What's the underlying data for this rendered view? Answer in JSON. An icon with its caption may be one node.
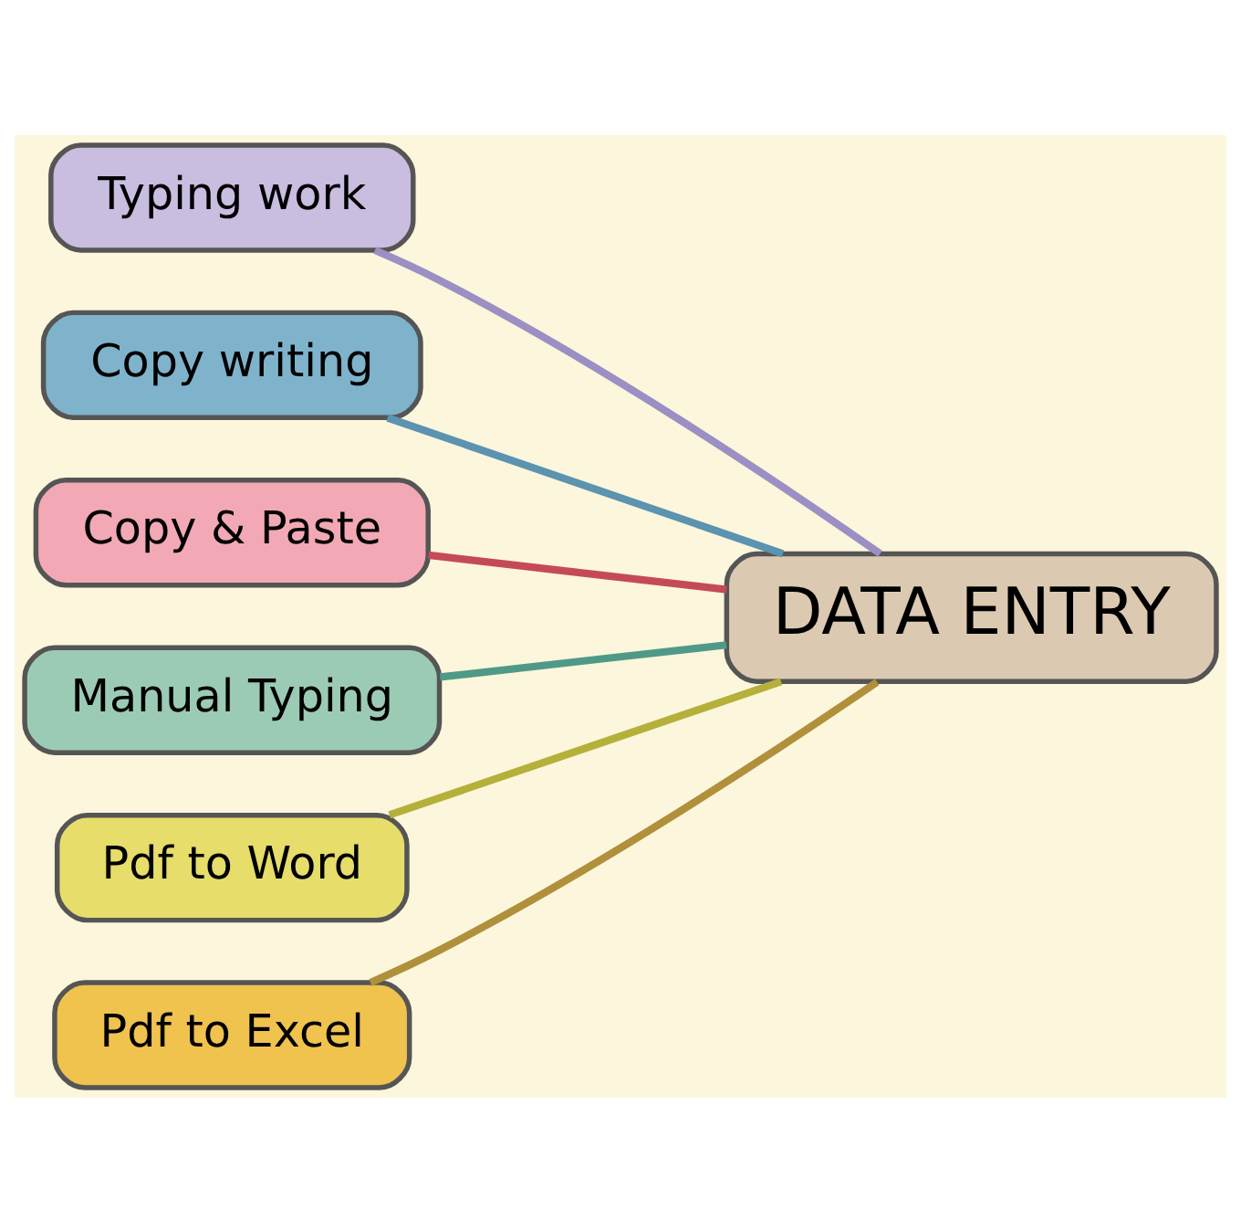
{
  "diagram": {
    "nodes": [
      {
        "text": [
          "Typing work"
        ]
      },
      {
        "text": [
          "Copy writing"
        ]
      },
      {
        "text": [
          "Copy & Paste"
        ]
      },
      {
        "text": [
          "DATA ENTRY"
        ]
      },
      {
        "text": [
          "Manual Typing"
        ]
      },
      {
        "text": [
          "Pdf to Word"
        ]
      },
      {
        "text": [
          "Pdf to Excel"
        ]
      }
    ],
    "edges": [
      {
        "from": 0,
        "to": 3,
        "arrow": "none",
        "color": "#9b8fc4"
      },
      {
        "from": 1,
        "to": 3,
        "arrow": "none",
        "color": "#5b93b0"
      },
      {
        "from": 2,
        "to": 3,
        "arrow": "none",
        "color": "#c44a5a"
      },
      {
        "from": 4,
        "to": 3,
        "arrow": "none",
        "color": "#4f9a86"
      },
      {
        "from": 5,
        "to": 3,
        "arrow": "none",
        "color": "#b5b03a"
      },
      {
        "from": 6,
        "to": 3,
        "arrow": "none",
        "color": "#b0903a"
      }
    ]
  }
}
